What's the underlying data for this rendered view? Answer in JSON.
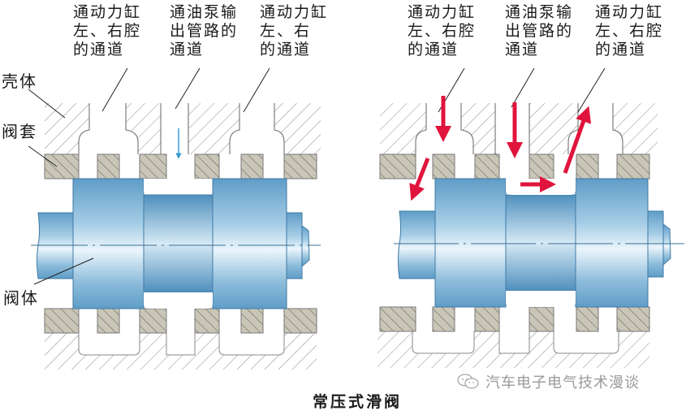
{
  "figure": {
    "caption": "常压式滑阀",
    "watermark": "汽车电子电气技术漫谈",
    "watermark_icon": "wechat-icon"
  },
  "left_diagram": {
    "state": "neutral",
    "labels": {
      "left_channel": "通动力缸\n左、右腔\n的通道",
      "center_channel": "通油泵输\n出管路的\n通道",
      "right_channel": "通动力缸\n左、右\n的通道",
      "housing": "壳体",
      "sleeve": "阀套",
      "spool": "阀体"
    },
    "arrows": [
      {
        "from": "pump",
        "direction": "down",
        "color": "#3a9ad0"
      }
    ]
  },
  "right_diagram": {
    "state": "shifted",
    "labels": {
      "left_channel": "通动力缸\n左、右腔\n的通道",
      "center_channel": "通油泵输\n出管路的\n通道",
      "right_channel": "通动力缸\n左、右腔\n的通道"
    },
    "arrows": [
      {
        "id": "left-in",
        "direction": "down",
        "color": "#e0143c"
      },
      {
        "id": "left-out",
        "direction": "down-left",
        "color": "#e0143c"
      },
      {
        "id": "pump-in",
        "direction": "down",
        "color": "#e0143c"
      },
      {
        "id": "to-right",
        "direction": "right",
        "color": "#e0143c"
      },
      {
        "id": "right-out",
        "direction": "up-right",
        "color": "#e0143c"
      }
    ]
  },
  "colors": {
    "spool_blue": "#6fa9cf",
    "spool_highlight": "#e6f2fa",
    "sleeve_gray": "#c9c6b8",
    "housing_hatch": "#8a8a8a",
    "flow_arrow": "#e0143c",
    "pump_arrow": "#3a9ad0"
  }
}
